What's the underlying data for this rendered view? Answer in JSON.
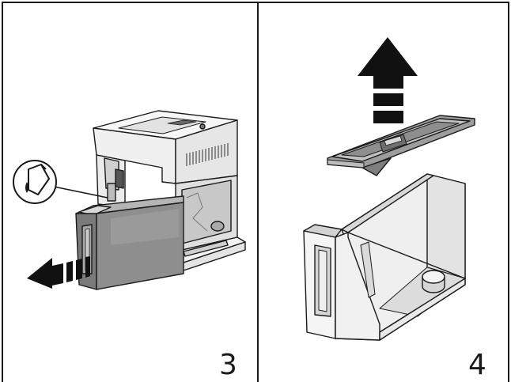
{
  "panels": [
    {
      "step": "3",
      "description_icon": "pour-water-icon",
      "arrow": "pull-out-arrow"
    },
    {
      "step": "4",
      "arrow": "lift-up-arrow"
    }
  ],
  "colors": {
    "outline": "#1a1a1a",
    "machine_body": "#f3f3f3",
    "tank_grey": "#8c8c8c",
    "tank_dark": "#5e5e5e",
    "tank_light": "#e9e9e9",
    "lid_grey": "#a6a6a6",
    "arrow": "#111111"
  }
}
